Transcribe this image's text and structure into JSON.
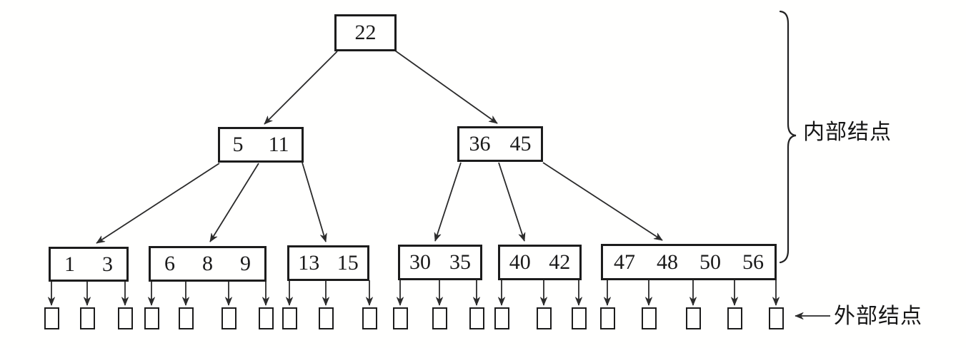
{
  "figure": {
    "type": "b-tree-diagram",
    "background_color": "#ffffff",
    "line_color": "#2a2a2a",
    "labels": {
      "internal_nodes": "内部结点",
      "external_nodes": "外部结点"
    },
    "tree": {
      "root": {
        "keys": [
          "22"
        ]
      },
      "internal": [
        {
          "keys": [
            "5",
            "11"
          ]
        },
        {
          "keys": [
            "36",
            "45"
          ]
        }
      ],
      "leaves": [
        {
          "keys": [
            "1",
            "3"
          ],
          "child_count": 3
        },
        {
          "keys": [
            "6",
            "8",
            "9"
          ],
          "child_count": 4
        },
        {
          "keys": [
            "13",
            "15"
          ],
          "child_count": 3
        },
        {
          "keys": [
            "30",
            "35"
          ],
          "child_count": 3
        },
        {
          "keys": [
            "40",
            "42"
          ],
          "child_count": 3
        },
        {
          "keys": [
            "47",
            "48",
            "50",
            "56"
          ],
          "child_count": 5
        }
      ],
      "external_node_count": 21
    }
  }
}
